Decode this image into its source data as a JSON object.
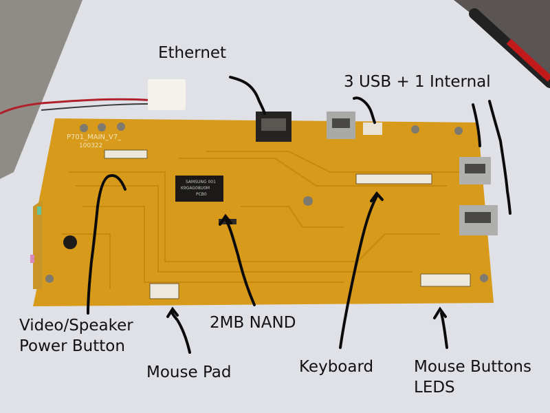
{
  "photo": {
    "board": {
      "silkscreen": [
        "P701_MAIN_V7_",
        "100322"
      ],
      "nand_chip_markings": [
        "SAMSUNG 001",
        "K9GAG08U0M",
        "PCB0"
      ]
    },
    "colors": {
      "paper": "#dcdee3",
      "pcb": "#d79a1a",
      "pcb_trace": "#c7880f",
      "annotation_ink": "#0b0b0b",
      "label_text": "#111111"
    }
  },
  "labels": {
    "ethernet": "Ethernet",
    "usb": "3 USB + 1 Internal",
    "video_speaker": [
      "Video/Speaker",
      "Power Button"
    ],
    "nand": "2MB NAND",
    "mouse_pad": "Mouse Pad",
    "keyboard": "Keyboard",
    "mouse_buttons": [
      "Mouse Buttons",
      "LEDS"
    ]
  }
}
